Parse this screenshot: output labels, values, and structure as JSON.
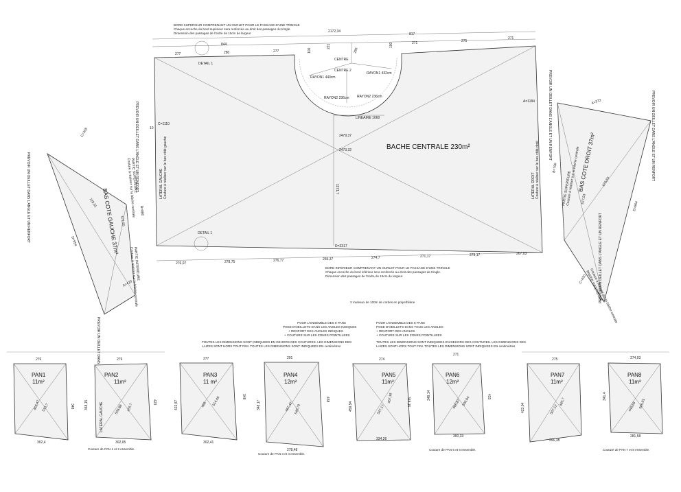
{
  "top_notes": {
    "line1": "BORD SUPERIEUR COMPRENANT UN OURLET POUR LE PASSAGE D'UNE TRINGLE",
    "line2": "Chaque encoche du bord supérieur sera renforcée au droit des passages du tringle.",
    "line3": "Dimension des passages de l'ordre de 15cm de largeur"
  },
  "center_sheet": {
    "title": "BACHE CENTRALE 230m²",
    "top_overall": "2172,34",
    "top_segments": [
      "844",
      "817",
      "277",
      "280",
      "277",
      "275",
      "271"
    ],
    "right_seg": "271",
    "bottom_segments": [
      "276,97",
      "278,75",
      "276,77",
      "265,37",
      "274,7",
      "271,17",
      "279,17",
      "267,03"
    ],
    "diag1": "2479,37",
    "diag2": "2473,32",
    "height_c": "C=1110",
    "height_a": "A=1184",
    "bottom_d": "D=2317",
    "mid_height": "1171,7",
    "linear": "LINEAIRE 1060",
    "centre": "CENTRE",
    "centre2": "CENTRE 2",
    "rayon1": "RAYON1 432cm",
    "rayon1_left": "RAYON1 440cm",
    "rayon2": "RAYON2 236cm",
    "rayon2_left": "RAYON2 236cm",
    "detail1_top": "DETAIL 1",
    "detail1_bottom": "DETAIL 1",
    "lateral_gauche": "LATERAL GAUCHE",
    "lateral_gauche_note": "Couture à réaliser sur le bas côté gauche",
    "lateral_droit": "LATERAL DROIT",
    "lateral_droit_note": "Couture à réaliser sur le bas côté droit",
    "small_100a": "100",
    "small_100b": "100",
    "small_221": "221",
    "small_10": "10",
    "small_286": "286"
  },
  "bottom_notes": {
    "line1": "BORD INFERIEUR COMPRENANT UN OURLET POUR LE PASSAGE D'UNE TRINGLE",
    "line2": "Chaque encoche du bord inférieur sera renforcée au droit des passages de tringle.",
    "line3": "Dimension des passages de l'ordre de 15cm de largeur.",
    "ropes": "3 rouleaux de 100m de cordes en polyethilène"
  },
  "left_sheet": {
    "title": "BAS COTE GAUCHE  37m²",
    "c_val": "C=355",
    "d_val": "D=954",
    "a_val": "A=420",
    "b_val": "B=880",
    "diag": "728,51",
    "diag2": "571,55",
    "partie": "PARTIE SUPERIEURE",
    "partie_note": "Couture à réaliser sur la bâche centrale",
    "inferieure": "PARTIE INFERIEURE",
    "inferieure_note": "Couture à réaliser sur la bâche centrale",
    "eyelet_tl": "PREVOIR UN OEILLET DANS L'ANGLE ET UN RENFORT",
    "eyelet_tr": "PREVOIR UN OEILLET DANS L'ANGLE ET UN RENFORT",
    "eyelet_b": "PREVOIR UN OEILLET DANS L'ANGLE ET UN RENFORT"
  },
  "right_sheet": {
    "title": "BAS COTE DROIT  37m²",
    "c_val": "C=420",
    "d_val": "D=964",
    "a_val": "A=373",
    "b_val": "B=796",
    "diag": "676,63",
    "diag2": "577,53",
    "partie": "PARTIE SUPERIEURE",
    "partie_note": "Couture à réaliser sur la bâche centrale",
    "inferieure": "PARTIE INFERIEURE",
    "inferieure_note": "Couture à réaliser sur la bâche centrale",
    "eyelet_tl": "PREVOIR UN OEILLET DANS L'ANGLE ET UN RENFORT",
    "eyelet_tr": "PREVOIR UN OEILLET DANS L'ANGLE ET UN RENFORT",
    "eyelet_b": "PREVOIR UN OEILLET DANS L'ANGLE ET UN RENFORT"
  },
  "panel_notes": {
    "left_1": "POUR L'ENSEMBLE DES 8 PANS",
    "left_2": "POSE D'OEILLETS DANS LES ANGLES INDIQUES",
    "left_3": "+ RENFORT DES ANGLES INDIQUES",
    "left_4": "+ COUTURE SUR LES ZONES POINTILLEES",
    "left_5": "TOUTES LES DIMENSIONS SONT INDIQUEES EN DEHORS DES COUTURES. LES DIMENSIONS DES",
    "left_6": "LAIZES SONT HORS TOUT FINI. TOUTES LES DIMENSIONS SONT INDIQUEES EN centimètres",
    "right_1": "POUR L'ENSEMBLE DES 8 PANS",
    "right_2": "POSE D'OEILLETS DANS TOUS LES ANGLES",
    "right_3": "+ RENFORT DES ANGLES",
    "right_4": "+ COUTURE SUR LES ZONES POINTILLEES",
    "right_5": "TOUTES LES DIMENSIONS SONT INDIQUEES EN DEHORS DES COUTURES. LES DIMENSIONS DES",
    "right_6": "LAIZES SONT HORS TOUT FINI. TOUTES LES DIMENSIONS SONT INDIQUEES EN centimètres"
  },
  "panels": [
    {
      "name": "PAN1",
      "area": "11m²",
      "top": "276",
      "bottom": "302,4",
      "left": "",
      "right": "348",
      "d1": "453,47",
      "d2": "516,7",
      "extra": ""
    },
    {
      "name": "PAN2",
      "area": "11m²",
      "top": "279",
      "bottom": "302,65",
      "left": "348,15",
      "right": "423",
      "d1": "509,88",
      "d2": "455,7",
      "extra": "LATERAL GAUCHE"
    },
    {
      "name": "PAN3",
      "area": "11 m²",
      "top": "277",
      "bottom": "302,41",
      "left": "422,87",
      "right": "348",
      "d1": "466",
      "d2": "514,46",
      "extra": ""
    },
    {
      "name": "PAN4",
      "area": "12m²",
      "top": "291",
      "bottom": "278,48",
      "left": "348,17",
      "right": "438",
      "d1": "467,42",
      "d2": "540,79",
      "extra": ""
    },
    {
      "name": "PAN5",
      "area": "11m²",
      "top": "274",
      "bottom": "334,26",
      "left": "459,94",
      "right": "348,15",
      "d1": "547,17",
      "d2": "467,18",
      "extra": ""
    },
    {
      "name": "PAN6",
      "area": "12m²",
      "top": "271",
      "bottom": "300,33",
      "left": "348,14",
      "right": "433",
      "d1": "466,87",
      "d2": "506,04",
      "extra": ""
    },
    {
      "name": "PAN7",
      "area": "11m²",
      "top": "275",
      "bottom": "296,38",
      "left": "423,04",
      "right": "",
      "d1": "507,12",
      "d2": "465,7",
      "extra": ""
    },
    {
      "name": "PAN8",
      "area": "11m²",
      "top": "274,03",
      "bottom": "281,58",
      "left": "341,4",
      "right": "",
      "d1": "448,66",
      "d2": "506,01",
      "extra": ""
    }
  ],
  "couture_notes": {
    "c12": "Couture de PAN 1 et 2 ensemble.",
    "c34": "Couture de PAN 3 et 4 ensemble.",
    "c56": "Couture de PAN 5 et 6 ensemble.",
    "c78": "Couture de PAN 7 et 8 ensemble."
  }
}
